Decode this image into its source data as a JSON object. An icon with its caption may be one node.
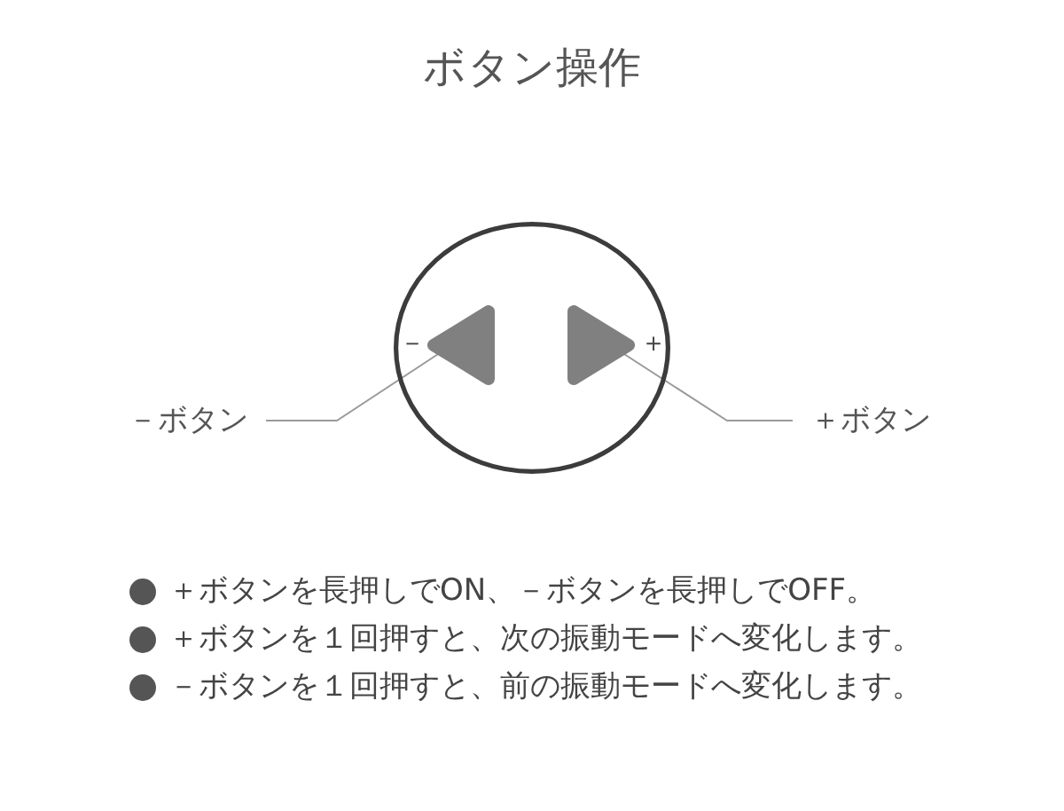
{
  "diagram": {
    "title": "ボタン操作",
    "nodes": [
      {
        "text": [],
        "shape": "circle"
      },
      {
        "text": [],
        "shape": "triangle",
        "beside": [
          "－"
        ],
        "in": 0
      },
      {
        "text": [],
        "shape": "triangle",
        "beside": [
          "＋"
        ],
        "in": 0
      },
      {
        "text": [
          "－ボタン"
        ]
      },
      {
        "text": [
          "＋ボタン"
        ]
      }
    ],
    "edges": [
      {
        "from": 3,
        "to": 1,
        "arrow": "none"
      },
      {
        "from": 4,
        "to": 2,
        "arrow": "none"
      }
    ],
    "labels": [
      "＋ボタンを長押しでON、－ボタンを長押しでOFF。",
      "＋ボタンを１回押すと、次の振動モードへ変化します。",
      "－ボタンを１回押すと、前の振動モードへ変化します。"
    ]
  }
}
